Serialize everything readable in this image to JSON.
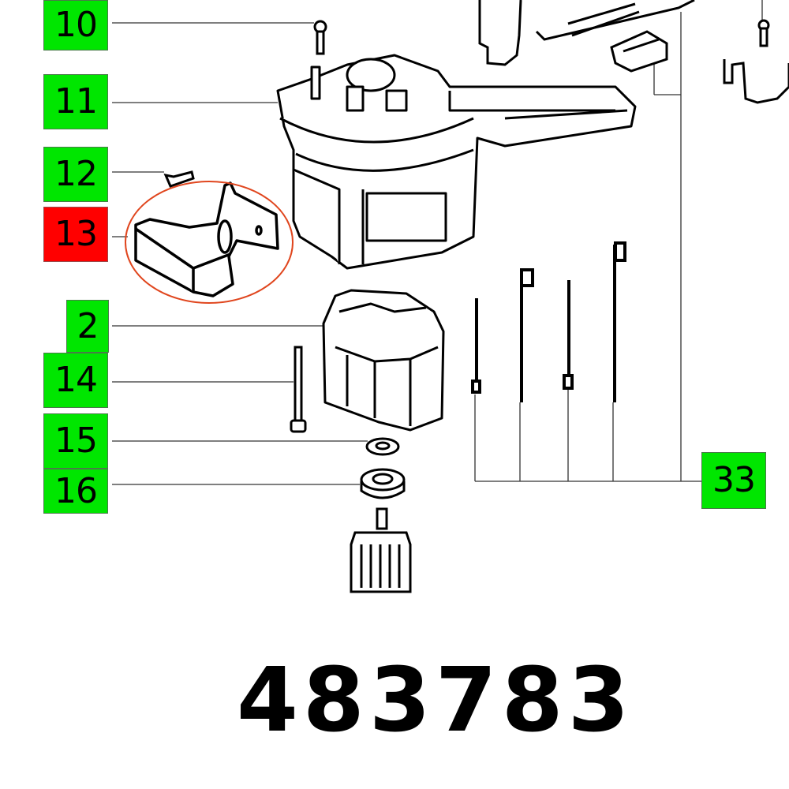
{
  "diagram": {
    "type": "exploded-parts-diagram",
    "part_number": "483783",
    "highlight_color": "#ff0000",
    "callout_color": "#00e600",
    "highlight_ring_color": "#e0461e",
    "callouts": [
      {
        "id": "10",
        "label": "10",
        "highlighted": false
      },
      {
        "id": "11",
        "label": "11",
        "highlighted": false
      },
      {
        "id": "12",
        "label": "12",
        "highlighted": false
      },
      {
        "id": "13",
        "label": "13",
        "highlighted": true
      },
      {
        "id": "2",
        "label": "2",
        "highlighted": false
      },
      {
        "id": "14",
        "label": "14",
        "highlighted": false
      },
      {
        "id": "15",
        "label": "15",
        "highlighted": false
      },
      {
        "id": "16",
        "label": "16",
        "highlighted": false
      },
      {
        "id": "33",
        "label": "33",
        "highlighted": false
      }
    ],
    "parts": [
      {
        "callout": "10",
        "name": "screw"
      },
      {
        "callout": "11",
        "name": "motor-housing"
      },
      {
        "callout": "12",
        "name": "screw"
      },
      {
        "callout": "13",
        "name": "handle-cap"
      },
      {
        "callout": "2",
        "name": "field-coil"
      },
      {
        "callout": "14",
        "name": "long-screw"
      },
      {
        "callout": "15",
        "name": "washer"
      },
      {
        "callout": "16",
        "name": "bearing"
      },
      {
        "callout": "33",
        "name": "cable-set"
      }
    ]
  }
}
